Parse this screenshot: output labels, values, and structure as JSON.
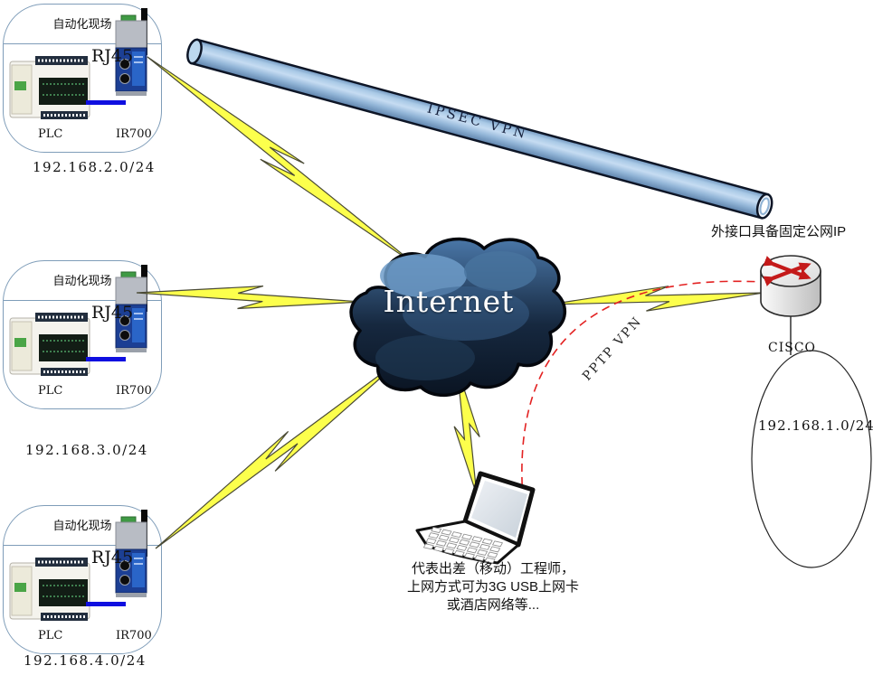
{
  "diagram": {
    "sites": [
      {
        "title": "自动化现场",
        "port_label": "RJ45",
        "device_left": "PLC",
        "device_right": "IR700",
        "subnet": "192.168.2.0/24"
      },
      {
        "title": "自动化现场",
        "port_label": "RJ45",
        "device_left": "PLC",
        "device_right": "IR700",
        "subnet": "192.168.3.0/24"
      },
      {
        "title": "自动化现场",
        "port_label": "RJ45",
        "device_left": "PLC",
        "device_right": "IR700",
        "subnet": "192.168.4.0/24"
      }
    ],
    "internet": {
      "label": "Internet"
    },
    "ipsec_tunnel": {
      "label": "IPSEC VPN"
    },
    "pptp_tunnel": {
      "label": "PPTP VPN"
    },
    "cisco": {
      "caption": "外接口具备固定公网IP",
      "name": "CISCO",
      "lan_subnet": "192.168.1.0/24"
    },
    "laptop": {
      "caption_lines": [
        "代表出差（移动）工程师，",
        "上网方式可为3G USB上网卡",
        "或酒店网络等..."
      ]
    },
    "colors": {
      "lightning": "#fcff4c",
      "tube_blue": "#9cc0e2",
      "cloud_dark": "#0b1624",
      "pptp_red": "#e32222",
      "ethernet_blue": "#0f0fe0"
    }
  }
}
